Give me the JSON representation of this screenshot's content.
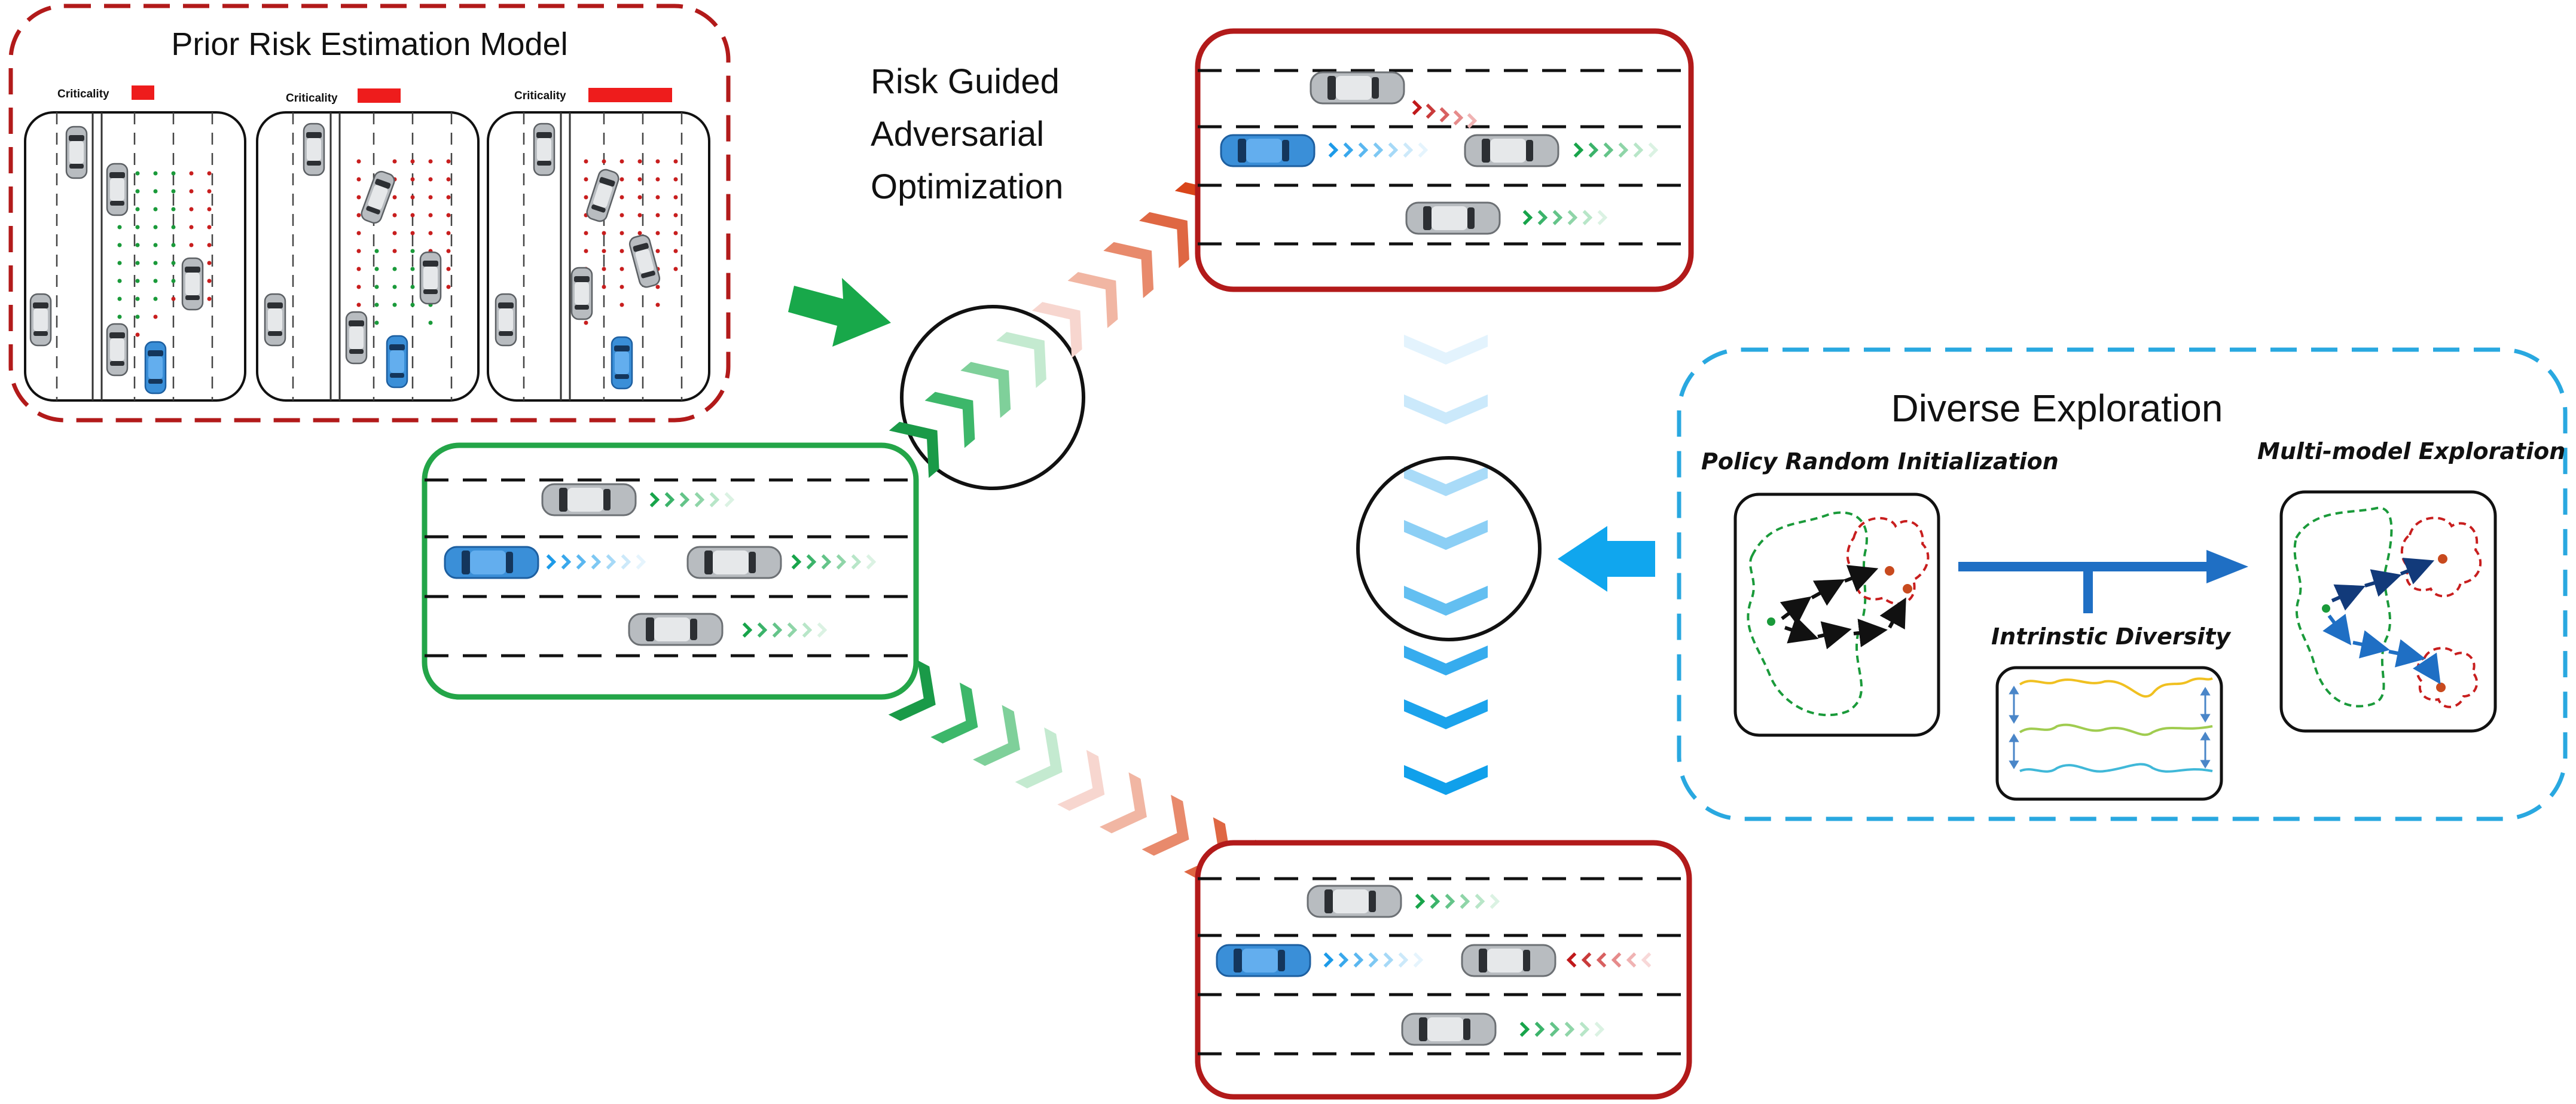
{
  "prior_panel": {
    "title": "Prior Risk Estimation Model",
    "criticality_label": "Criticality",
    "criticality_levels": [
      0.18,
      0.45,
      1.0
    ]
  },
  "risk_label": {
    "line1": "Risk Guided",
    "line2": "Adversarial",
    "line3": "Optimization"
  },
  "diverse_panel": {
    "title": "Diverse Exploration",
    "policy_label": "Policy Random Initialization",
    "multi_label": "Multi-model Exploration",
    "intrinsic_label": "Intrinstic Diversity"
  },
  "colors": {
    "red_frame": "#b21a1a",
    "green_frame": "#23a548",
    "blue_frame": "#29a8e0",
    "ego_car": "#3a8fd8",
    "green_arrow": "#18a84a",
    "blue_arrow": "#10a6ee",
    "orange_chevron": "#d9451a"
  }
}
